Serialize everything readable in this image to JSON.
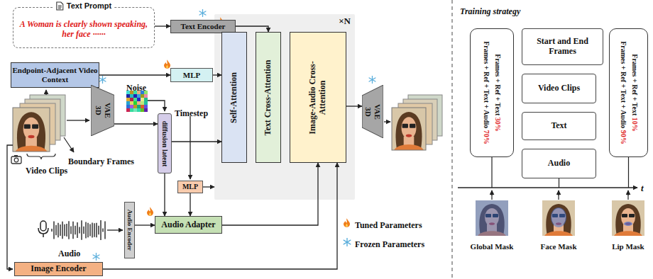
{
  "diagram": {
    "nodes": [
      {
        "text": [
          "Text Prompt",
          "A Woman is clearly shown speaking, her face ······"
        ]
      },
      {
        "text": [
          "Text Encoder"
        ]
      },
      {
        "text": [
          "Endpoint-Adjacent Video Context"
        ]
      },
      {
        "text": [
          "MLP"
        ]
      },
      {
        "text": [
          "VAE 3D"
        ]
      },
      {
        "text": [
          "diffusion latent"
        ]
      },
      {
        "text": [
          "MLP"
        ]
      },
      {
        "text": [
          "×N"
        ]
      },
      {
        "text": [
          "Self-Attention"
        ],
        "in": 7
      },
      {
        "text": [
          "Text Cross-Attention"
        ],
        "in": 7
      },
      {
        "text": [
          "Image-Audio Cross-Attention"
        ],
        "in": 7
      },
      {
        "text": [
          "VAE 3D"
        ]
      },
      {
        "text": [
          "Audio Encoder"
        ]
      },
      {
        "text": [
          "Audio Adapter"
        ]
      },
      {
        "text": [
          "Image Encoder"
        ]
      },
      {
        "text": [
          "Frames + Ref + Text + Audio 70%",
          "Frames + Ref + Text 30%"
        ]
      },
      {
        "text": [
          "Start and End Frames"
        ]
      },
      {
        "text": [
          "Video Clips"
        ]
      },
      {
        "text": [
          "Text"
        ]
      },
      {
        "text": [
          "Audio"
        ]
      },
      {
        "text": [
          "Frames + Ref + Text + Audio 90%",
          "Frames + Ref + Text 10%"
        ]
      }
    ],
    "edges": [
      {
        "from": 0,
        "to": 1,
        "arrow": "to"
      },
      {
        "from": 1,
        "to": 9,
        "arrow": "to"
      },
      {
        "from": 2,
        "to": 3,
        "arrow": "to"
      },
      {
        "from": 3,
        "to": 8,
        "arrow": "to"
      },
      {
        "from": 4,
        "to": 5,
        "arrow": "to"
      },
      {
        "from": 5,
        "to": 8,
        "arrow": "to"
      },
      {
        "from": 5,
        "to": 13,
        "arrow": "to"
      },
      {
        "from": 6,
        "to": 7,
        "arrow": "to"
      },
      {
        "from": 6,
        "to": 13,
        "arrow": "to"
      },
      {
        "from": 12,
        "to": 13,
        "arrow": "to"
      },
      {
        "from": 13,
        "to": 10,
        "arrow": "to"
      },
      {
        "from": 14,
        "to": 10,
        "arrow": "to"
      },
      {
        "from": 10,
        "to": 11,
        "arrow": "to"
      }
    ],
    "labels": [
      "Noise",
      "Timestep",
      "Video Clips",
      "Boundary Frames",
      "Audio",
      "Training strategy",
      "t",
      "Global Mask",
      "Face Mask",
      "Lip Mask"
    ],
    "legend": [
      {
        "text": "Tuned Parameters"
      },
      {
        "text": "Frozen Parameters"
      }
    ]
  }
}
